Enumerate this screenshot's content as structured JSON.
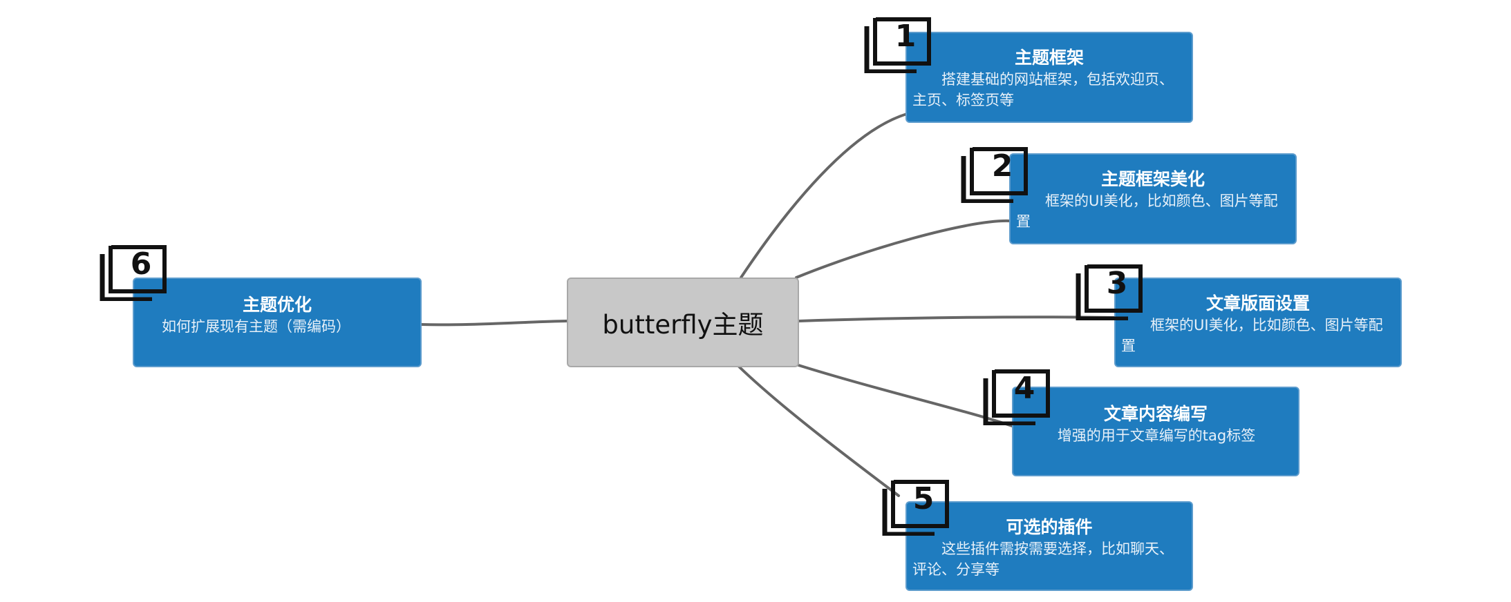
{
  "mindmap": {
    "center": {
      "label": "butterfly主题"
    },
    "branches": [
      {
        "number": "1",
        "title": "主题框架",
        "description": "搭建基础的网站框架，包括欢迎页、主页、标签页等"
      },
      {
        "number": "2",
        "title": "主题框架美化",
        "description": "框架的UI美化，比如颜色、图片等配置"
      },
      {
        "number": "3",
        "title": "文章版面设置",
        "description": "框架的UI美化，比如颜色、图片等配置"
      },
      {
        "number": "4",
        "title": "文章内容编写",
        "description": "增强的用于文章编写的tag标签"
      },
      {
        "number": "5",
        "title": "可选的插件",
        "description": "这些插件需按需要选择，比如聊天、评论、分享等"
      },
      {
        "number": "6",
        "title": "主题优化",
        "description": "如何扩展现有主题（需编码）"
      }
    ]
  },
  "colors": {
    "node_fill": "#1f7cbf",
    "node_border": "#5d9ccd",
    "center_fill": "#c8c8c8",
    "connector": "#666666",
    "badge": "#111111"
  },
  "icons": {
    "badge": "numbered-stack-icon"
  }
}
